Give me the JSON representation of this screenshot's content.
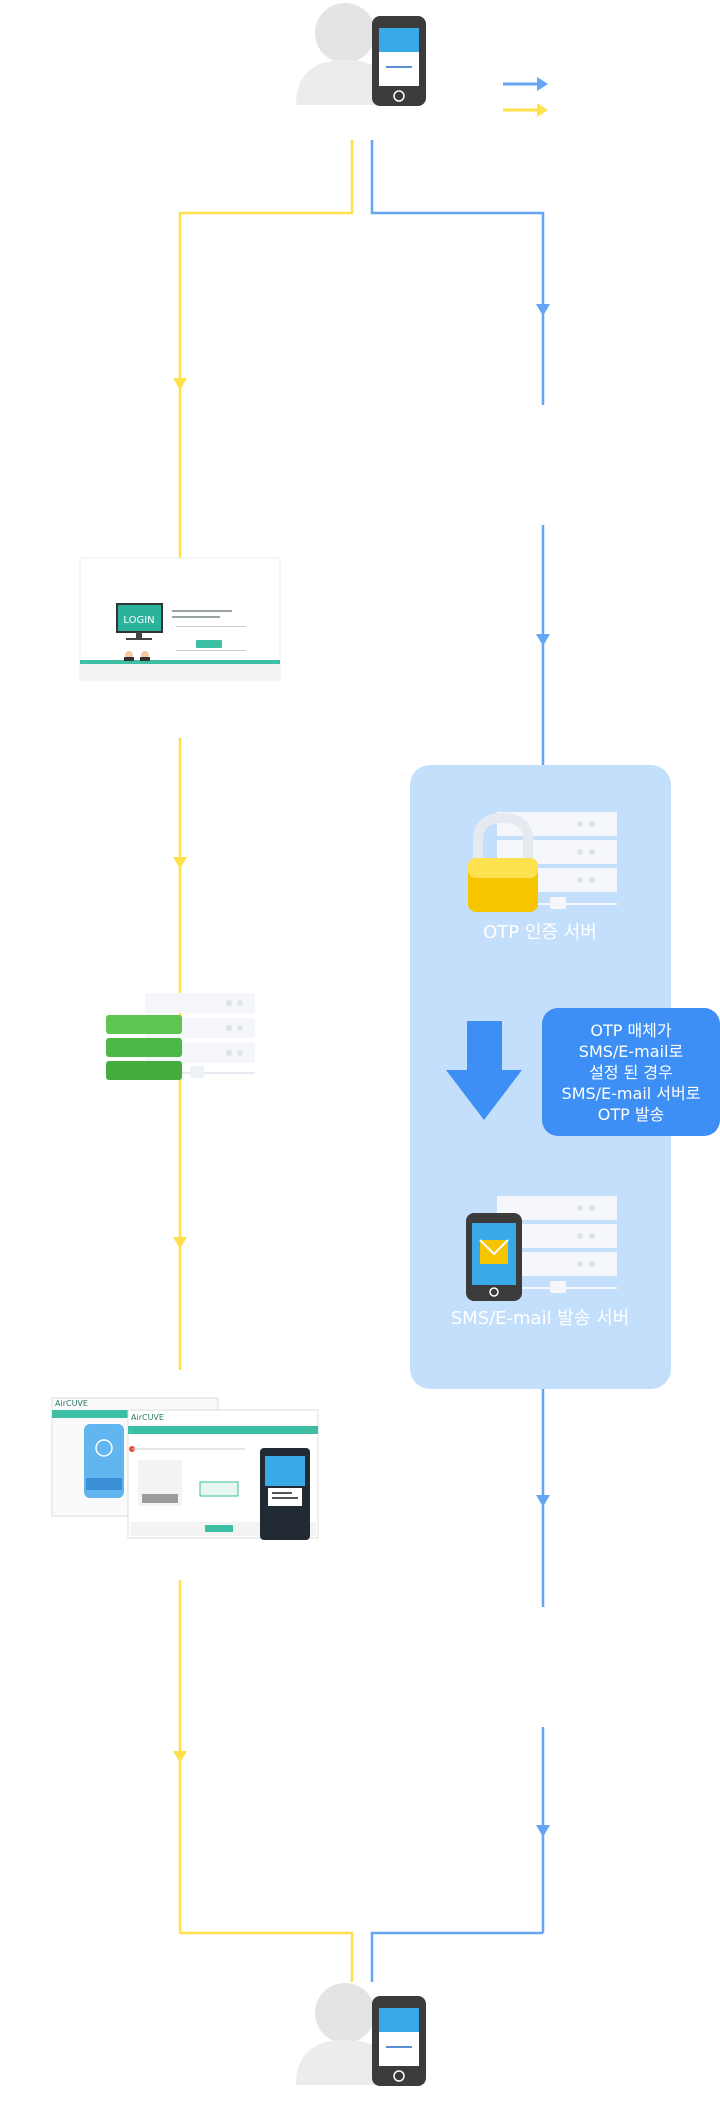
{
  "colors": {
    "blue_line": "#64a6f5",
    "yellow_line": "#ffe04a",
    "panel_bg": "#c4dffb",
    "note_bg": "#3d8ef5",
    "big_arrow": "#3d8ef5",
    "server_stack": "#e8eef6",
    "green_db": "#56c64b",
    "lock_gold": "#f5c500"
  },
  "icons": {
    "top_user": "user-with-phone-icon",
    "bottom_user": "user-with-phone-icon",
    "otp_server": "lock-server-icon",
    "db_server": "database-server-icon",
    "sms_server": "phone-mail-server-icon"
  },
  "labels": {
    "otp_server": "OTP 인증 서버",
    "note": "OTP 매체가\nSMS/E-mail로\n설정 된 경우\nSMS/E-mail 서버로\nOTP 발송",
    "sms_server": "SMS/E-mail 발송 서버"
  },
  "screens": {
    "login_button": "LOGIN",
    "brand": "AirCUVE"
  }
}
